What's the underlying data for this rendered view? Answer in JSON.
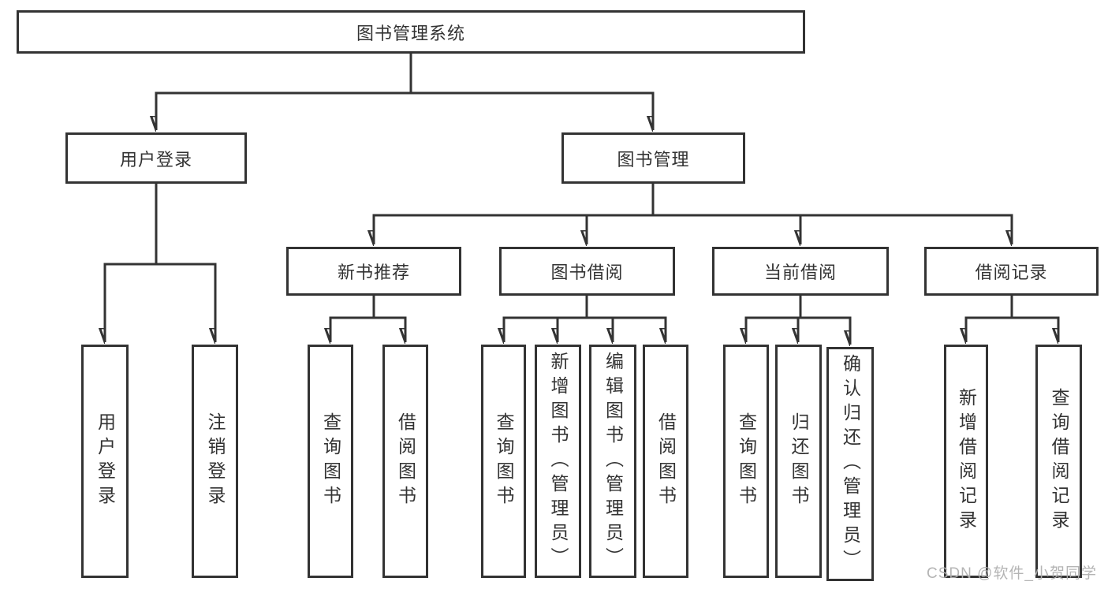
{
  "diagram_type": "hierarchy-tree",
  "colors": {
    "line": "#333333",
    "box_border": "#333333",
    "text": "#333333",
    "watermark_text": "#b0b0b0",
    "background": "#ffffff"
  },
  "watermark": "CSDN @软件_小贺同学",
  "tree": {
    "label": "图书管理系统",
    "children": [
      {
        "label": "用户登录",
        "children": [
          {
            "label": "用户登录"
          },
          {
            "label": "注销登录"
          }
        ]
      },
      {
        "label": "图书管理",
        "children": [
          {
            "label": "新书推荐",
            "children": [
              {
                "label": "查询图书"
              },
              {
                "label": "借阅图书"
              }
            ]
          },
          {
            "label": "图书借阅",
            "children": [
              {
                "label": "查询图书"
              },
              {
                "label": "新增图书（管理员）"
              },
              {
                "label": "编辑图书（管理员）"
              },
              {
                "label": "借阅图书"
              }
            ]
          },
          {
            "label": "当前借阅",
            "children": [
              {
                "label": "查询图书"
              },
              {
                "label": "归还图书"
              },
              {
                "label": "确认归还（管理员）"
              }
            ]
          },
          {
            "label": "借阅记录",
            "children": [
              {
                "label": "新增借阅记录"
              },
              {
                "label": "查询借阅记录"
              }
            ]
          }
        ]
      }
    ]
  }
}
